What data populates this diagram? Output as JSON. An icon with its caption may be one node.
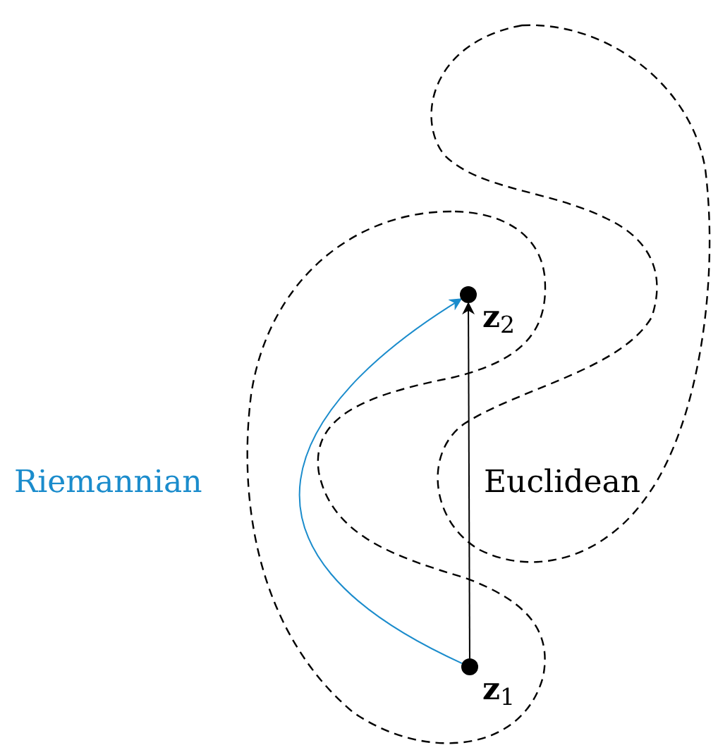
{
  "diagram": {
    "nodes": [
      {
        "text": [],
        "shape": "circle",
        "beside": [
          "**z**$_{2}$"
        ]
      },
      {
        "text": [],
        "shape": "circle",
        "beside": [
          "**z**$_{1}$"
        ]
      }
    ],
    "edges": [
      {
        "from": 1,
        "to": 0,
        "arrow": "to",
        "label": "Euclidean"
      },
      {
        "from": 1,
        "to": 0,
        "arrow": "to",
        "label": "Riemannian",
        "color": "#1b8ccc"
      }
    ]
  }
}
